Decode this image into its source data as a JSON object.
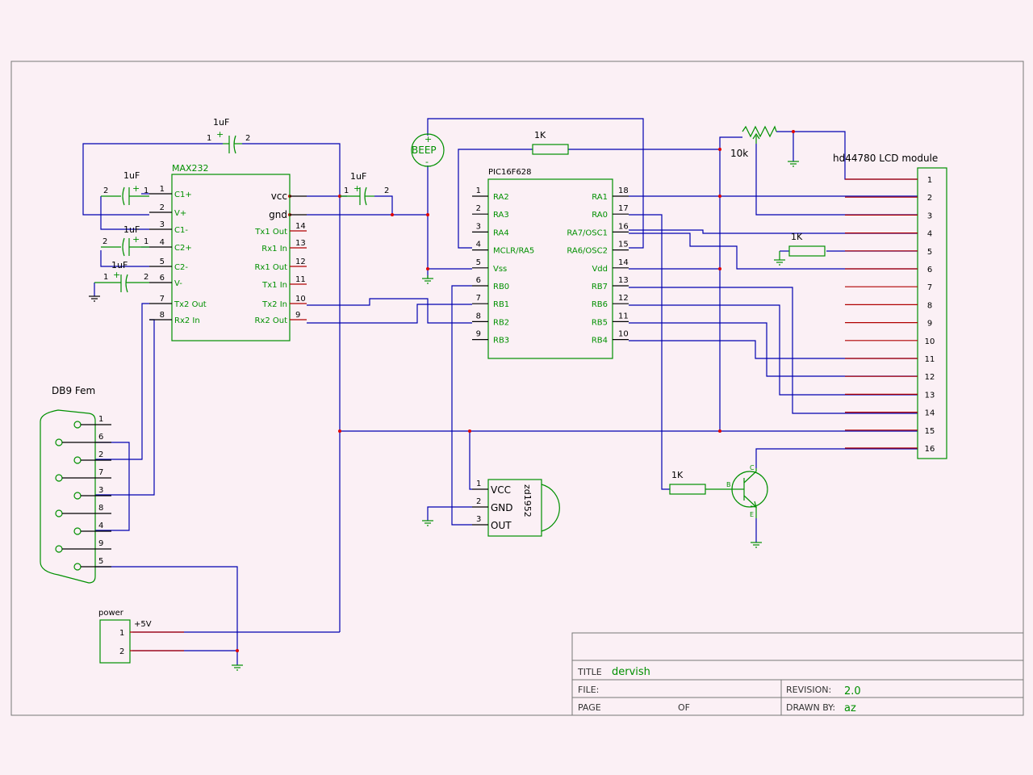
{
  "title_block": {
    "title_label": "TITLE",
    "title_value": "dervish",
    "file_label": "FILE:",
    "page_label": "PAGE",
    "of_label": "OF",
    "revision_label": "REVISION:",
    "revision_value": "2.0",
    "drawn_by_label": "DRAWN BY:",
    "drawn_by_value": "az"
  },
  "max232": {
    "name": "MAX232",
    "left_pins": [
      {
        "num": "1",
        "label": "C1+"
      },
      {
        "num": "2",
        "label": "V+"
      },
      {
        "num": "3",
        "label": "C1-"
      },
      {
        "num": "4",
        "label": "C2+"
      },
      {
        "num": "5",
        "label": "C2-"
      },
      {
        "num": "6",
        "label": "V-"
      },
      {
        "num": "7",
        "label": "Tx2 Out"
      },
      {
        "num": "8",
        "label": "Rx2 In"
      }
    ],
    "right_pins": [
      {
        "num": "",
        "label": "vcc"
      },
      {
        "num": "",
        "label": "gnd"
      },
      {
        "num": "14",
        "label": "Tx1 Out"
      },
      {
        "num": "13",
        "label": "Rx1 In"
      },
      {
        "num": "12",
        "label": "Rx1 Out"
      },
      {
        "num": "11",
        "label": "Tx1 In"
      },
      {
        "num": "10",
        "label": "Tx2 In"
      },
      {
        "num": "9",
        "label": "Rx2 Out"
      }
    ]
  },
  "pic": {
    "name": "PIC16F628",
    "left_pins": [
      {
        "num": "1",
        "label": "RA2"
      },
      {
        "num": "2",
        "label": "RA3"
      },
      {
        "num": "3",
        "label": "RA4"
      },
      {
        "num": "4",
        "label": "MCLR/RA5"
      },
      {
        "num": "5",
        "label": "Vss"
      },
      {
        "num": "6",
        "label": "RB0"
      },
      {
        "num": "7",
        "label": "RB1"
      },
      {
        "num": "8",
        "label": "RB2"
      },
      {
        "num": "9",
        "label": "RB3"
      }
    ],
    "right_pins": [
      {
        "num": "18",
        "label": "RA1"
      },
      {
        "num": "17",
        "label": "RA0"
      },
      {
        "num": "16",
        "label": "RA7/OSC1"
      },
      {
        "num": "15",
        "label": "RA6/OSC2"
      },
      {
        "num": "14",
        "label": "Vdd"
      },
      {
        "num": "13",
        "label": "RB7"
      },
      {
        "num": "12",
        "label": "RB6"
      },
      {
        "num": "11",
        "label": "RB5"
      },
      {
        "num": "10",
        "label": "RB4"
      }
    ]
  },
  "lcd": {
    "name": "hd44780 LCD module",
    "pins": [
      "1",
      "2",
      "3",
      "4",
      "5",
      "6",
      "7",
      "8",
      "9",
      "10",
      "11",
      "12",
      "13",
      "14",
      "15",
      "16"
    ]
  },
  "db9": {
    "name": "DB9 Fem",
    "pins": [
      "1",
      "6",
      "2",
      "7",
      "3",
      "8",
      "4",
      "9",
      "5"
    ]
  },
  "power": {
    "name": "power",
    "pins": [
      "1",
      "2"
    ],
    "label": "+5V"
  },
  "sensor": {
    "name": "zd1952",
    "pins": [
      {
        "num": "1",
        "label": "VCC"
      },
      {
        "num": "2",
        "label": "GND"
      },
      {
        "num": "3",
        "label": "OUT"
      }
    ]
  },
  "beeper": {
    "label": "BEEP",
    "plus": "+",
    "minus": "-"
  },
  "transistor": {
    "c": "C",
    "b": "B",
    "e": "E"
  },
  "capacitors": [
    {
      "value": "1uF",
      "p1": "1",
      "p2": "2",
      "plus": "+"
    },
    {
      "value": "1uF",
      "p1": "2",
      "p2": "1",
      "plus": "+"
    },
    {
      "value": "1uF",
      "p1": "2",
      "p2": "1",
      "plus": "+"
    },
    {
      "value": "1uF",
      "p1": "1",
      "p2": "2",
      "plus": "+"
    },
    {
      "value": "1uF",
      "p1": "1",
      "p2": "2",
      "plus": "+"
    }
  ],
  "resistors": [
    {
      "value": "1K"
    },
    {
      "value": "1K"
    },
    {
      "value": "1K"
    }
  ],
  "pot": {
    "value": "10k"
  }
}
